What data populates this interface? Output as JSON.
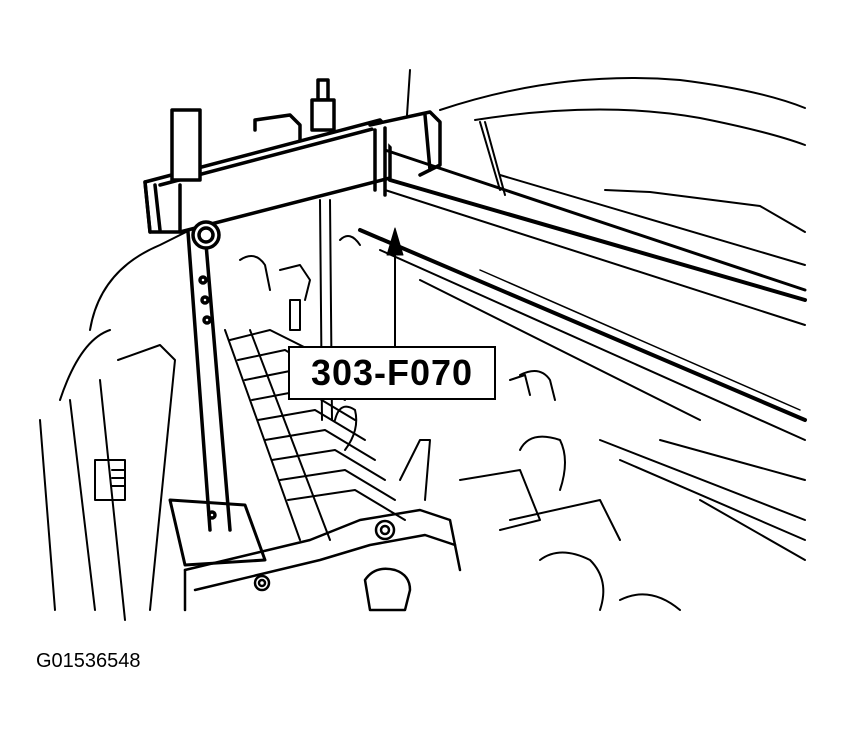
{
  "diagram": {
    "type": "technical-illustration",
    "subject": "engine support bar installed across engine compartment",
    "callout": {
      "label": "303-F070"
    },
    "figure_id": "G01536548",
    "colors": {
      "line": "#000000",
      "background": "#ffffff"
    }
  }
}
